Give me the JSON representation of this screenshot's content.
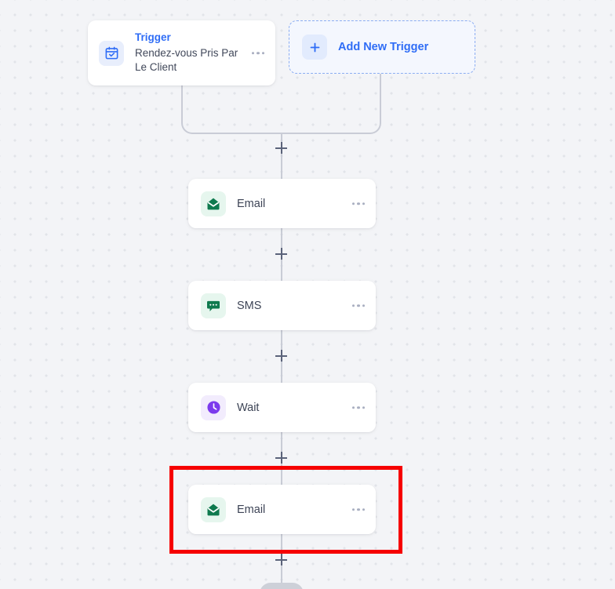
{
  "canvas": {
    "background_color": "#f3f4f7",
    "dot_color": "#e2e4e9",
    "connector_color": "#c9ccd6"
  },
  "highlight": {
    "name": "red-selection-box",
    "color": "#f60000",
    "target": "email-node-2"
  },
  "trigger": {
    "kind_label": "Trigger",
    "name": "Rendez-vous Pris Par Le Client",
    "icon": "calendar-check-icon",
    "accent_color": "#2f6df6",
    "menu_label": "..."
  },
  "add_trigger": {
    "label": "Add New Trigger",
    "icon": "plus-icon",
    "accent_color": "#2f6df6"
  },
  "steps": [
    {
      "id": "email-node-1",
      "label": "Email",
      "icon": "envelope-icon",
      "icon_color": "#0f7a4e",
      "tile_color": "#e6f6ee",
      "menu_label": "..."
    },
    {
      "id": "sms-node",
      "label": "SMS",
      "icon": "chat-bubble-icon",
      "icon_color": "#0f7a4e",
      "tile_color": "#e6f6ee",
      "menu_label": "..."
    },
    {
      "id": "wait-node",
      "label": "Wait",
      "icon": "clock-icon",
      "icon_color": "#7c3aed",
      "tile_color": "#f2ecfd",
      "menu_label": "..."
    },
    {
      "id": "email-node-2",
      "label": "Email",
      "icon": "envelope-icon",
      "icon_color": "#0f7a4e",
      "tile_color": "#e6f6ee",
      "menu_label": "..."
    }
  ],
  "connectors": {
    "add_step_icon": "plus-icon",
    "add_step_count": 5
  }
}
